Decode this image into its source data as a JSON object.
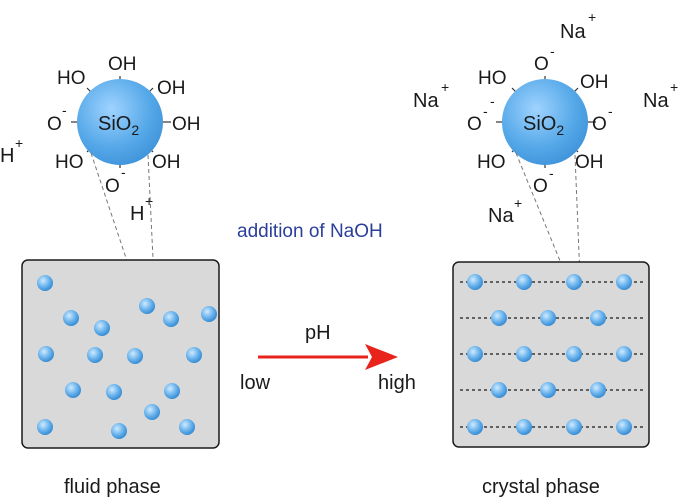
{
  "labels": {
    "addition": "addition of NaOH",
    "ph": "pH",
    "low": "low",
    "high": "high",
    "fluid_caption": "fluid phase",
    "crystal_caption": "crystal phase"
  },
  "particle_left": {
    "core": "SiO",
    "core_sub": "2",
    "groups": {
      "oh": "OH",
      "ho": "HO",
      "o_minus_base": "O",
      "minus": "-"
    },
    "ions": {
      "h_base": "H",
      "plus": "+"
    }
  },
  "particle_right": {
    "core": "SiO",
    "core_sub": "2",
    "groups": {
      "oh": "OH",
      "ho": "HO",
      "o_minus_base": "O",
      "minus": "-"
    },
    "ions": {
      "na_base": "Na",
      "plus": "+"
    }
  },
  "colors": {
    "sphere": "#4a9fe0",
    "sphere_light": "#bfe3ff",
    "box_fill": "#d9d9d9",
    "arrow": "#e8231c",
    "naoh_text": "#2b3f9a"
  }
}
